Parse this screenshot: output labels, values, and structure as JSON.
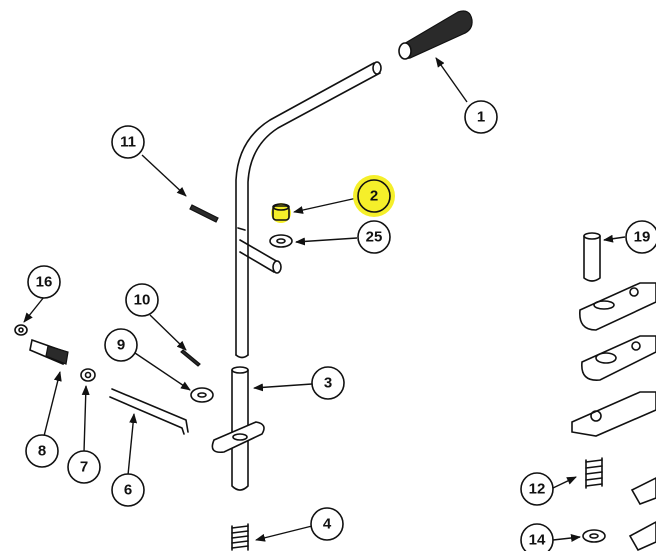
{
  "highlight_color": "#f5ef2a",
  "callouts": [
    {
      "key": "c1",
      "label": "1"
    },
    {
      "key": "c2",
      "label": "2",
      "highlighted": true
    },
    {
      "key": "c25",
      "label": "25"
    },
    {
      "key": "c11",
      "label": "11"
    },
    {
      "key": "c19",
      "label": "19"
    },
    {
      "key": "c16",
      "label": "16"
    },
    {
      "key": "c10",
      "label": "10"
    },
    {
      "key": "c9",
      "label": "9"
    },
    {
      "key": "c3",
      "label": "3"
    },
    {
      "key": "c8",
      "label": "8"
    },
    {
      "key": "c7",
      "label": "7"
    },
    {
      "key": "c6",
      "label": "6"
    },
    {
      "key": "c12",
      "label": "12"
    },
    {
      "key": "c4",
      "label": "4"
    },
    {
      "key": "c14",
      "label": "14"
    }
  ]
}
